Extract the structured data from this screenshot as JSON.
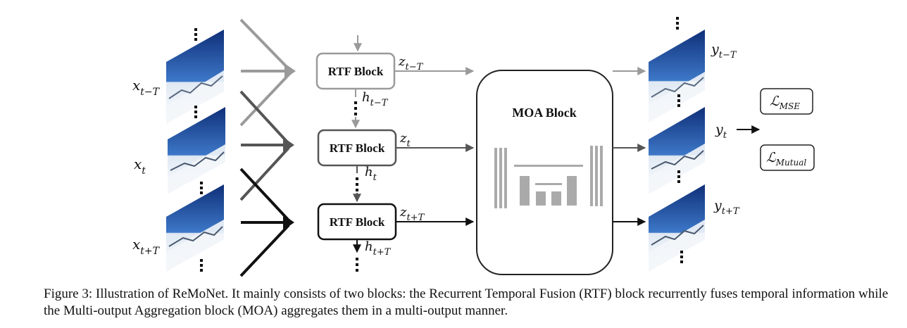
{
  "inputs": [
    {
      "base": "x",
      "sub": "t−T"
    },
    {
      "base": "x",
      "sub": "t"
    },
    {
      "base": "x",
      "sub": "t+T"
    }
  ],
  "rtf_blocks": [
    {
      "label": "RTF Block",
      "z_base": "z",
      "z_sub": "t−T",
      "h_base": "h",
      "h_sub": "t−T"
    },
    {
      "label": "RTF Block",
      "z_base": "z",
      "z_sub": "t",
      "h_base": "h",
      "h_sub": "t"
    },
    {
      "label": "RTF Block",
      "z_base": "z",
      "z_sub": "t+T",
      "h_base": "h",
      "h_sub": "t+T"
    }
  ],
  "moa_block": {
    "label": "MOA Block"
  },
  "outputs": [
    {
      "base": "y",
      "sub": "t−T"
    },
    {
      "base": "y",
      "sub": "t"
    },
    {
      "base": "y",
      "sub": "t+T"
    }
  ],
  "losses": [
    {
      "symbol": "ℒ",
      "sub": "MSE"
    },
    {
      "symbol": "ℒ",
      "sub": "Mutual"
    }
  ],
  "caption": "Figure 3: Illustration of ReMoNet. It mainly consists of two blocks: the Recurrent Temporal Fusion (RTF) block recurrently fuses temporal information while the Multi-output Aggregation block (MOA) aggregates them in a multi-output manner.",
  "colors": {
    "past": "#9a9a9a",
    "current": "#555555",
    "future": "#111111",
    "moa_bars": "#aaaaaa",
    "sky": "#1f4fa0",
    "snow": "#eef3f9"
  }
}
